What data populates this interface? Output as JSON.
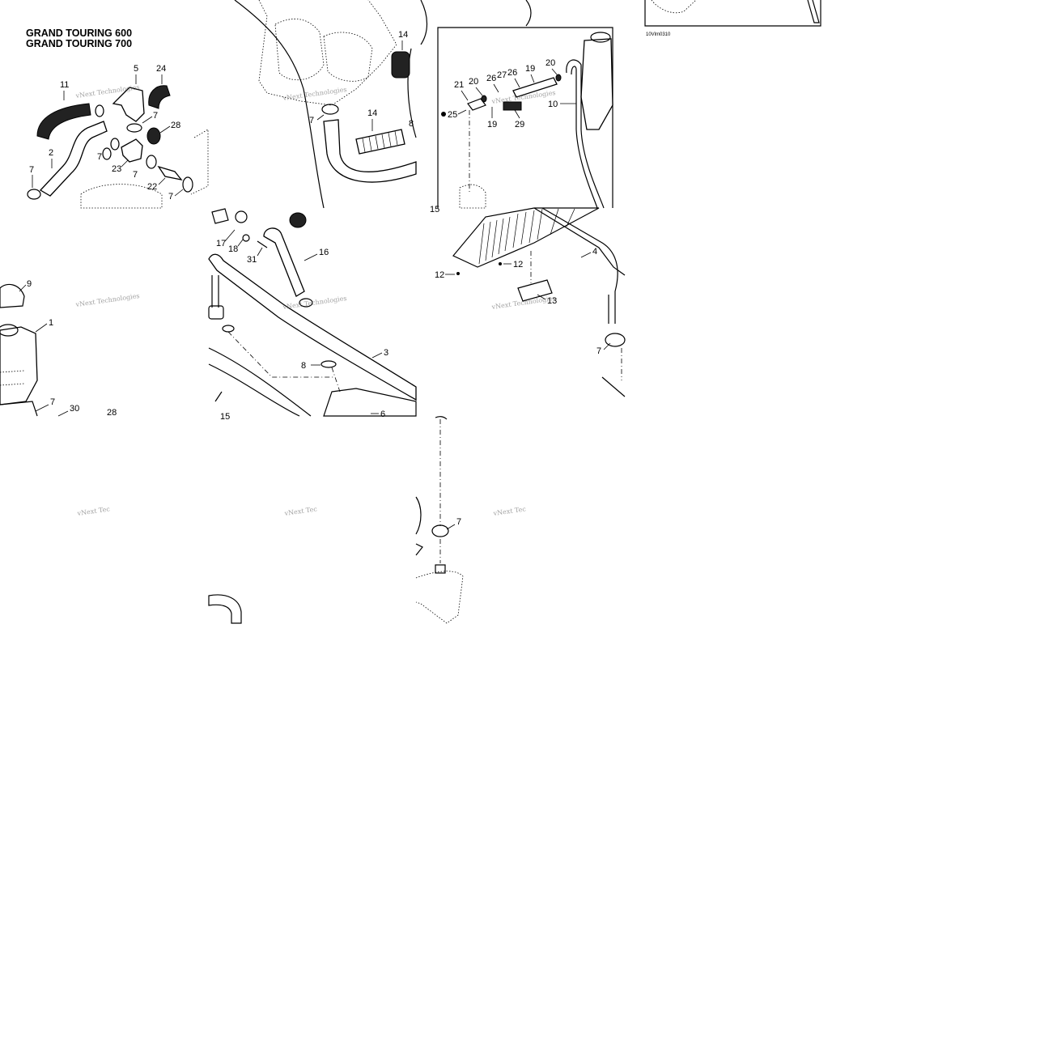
{
  "title_lines": [
    "GRAND TOURING 600",
    "GRAND TOURING 700"
  ],
  "figure_code": "10Vlm0310",
  "watermark": "vNext Technologies",
  "watermark_partial": "vNext Tec",
  "callouts": {
    "c11": "11",
    "c5": "5",
    "c24": "24",
    "c7a": "7",
    "c28a": "28",
    "c2": "2",
    "c7b": "7",
    "c7c": "7",
    "c23": "23",
    "c7d": "7",
    "c22": "22",
    "c7e": "7",
    "c14a": "14",
    "c14b": "14",
    "c7f": "7",
    "c8a": "8",
    "c21": "21",
    "c20a": "20",
    "c26a": "26",
    "c27": "27",
    "c26b": "26",
    "c19a": "19",
    "c20b": "20",
    "c25": "25",
    "c19b": "19",
    "c29": "29",
    "c10": "10",
    "c15a": "15",
    "c9": "9",
    "c1": "1",
    "c17": "17",
    "c18": "18",
    "c31": "31",
    "c16": "16",
    "c3": "3",
    "c8b": "8",
    "c6": "6",
    "c15b": "15",
    "c12a": "12",
    "c12b": "12",
    "c13": "13",
    "c4": "4",
    "c7g": "7",
    "c7h": "7",
    "c30": "30",
    "c28b": "28",
    "c7i": "7"
  }
}
